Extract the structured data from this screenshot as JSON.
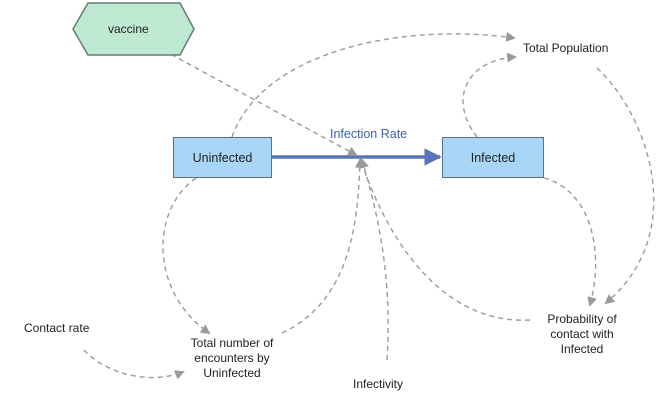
{
  "nodes": {
    "vaccine": "vaccine",
    "uninfected": "Uninfected",
    "infected": "Infected",
    "infection_rate": "Infection Rate",
    "total_population": "Total Population",
    "contact_rate": "Contact rate",
    "total_encounters_l1": "Total number of",
    "total_encounters_l2": "encounters by",
    "total_encounters_l3": "Uninfected",
    "infectivity": "Infectivity",
    "prob_contact_l1": "Probability of",
    "prob_contact_l2": "contact with",
    "prob_contact_l3": "Infected"
  },
  "colors": {
    "stock_fill": "#a7d6f6",
    "stock_border": "#5b6f85",
    "vaccine_fill": "#bfe8d2",
    "vaccine_border": "#5f7f70",
    "flow": "#5873b6",
    "flow_label": "#3d63a8",
    "link": "#9a9a9a"
  }
}
